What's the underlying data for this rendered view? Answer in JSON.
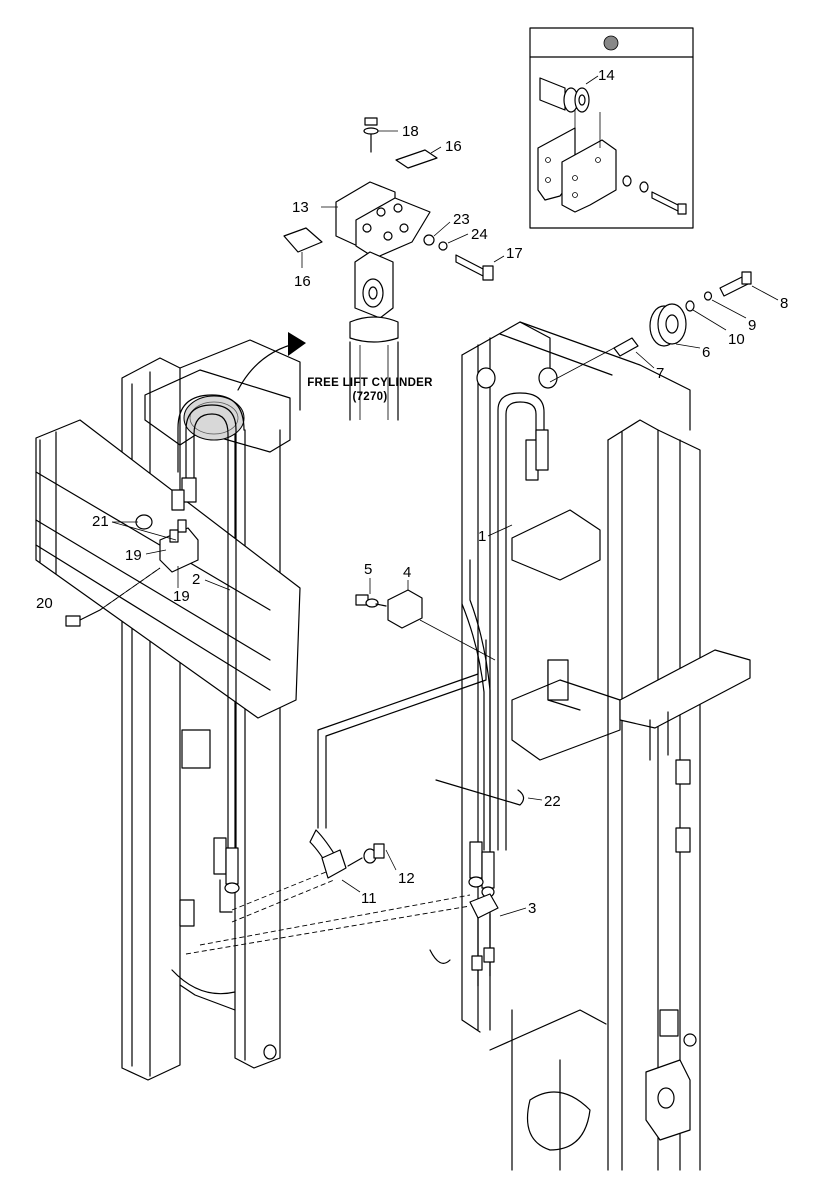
{
  "caption": {
    "line1": "FREE LIFT CYLINDER",
    "line2": "(7270)"
  },
  "callouts": {
    "c1": "1",
    "c2": "2",
    "c3": "3",
    "c4": "4",
    "c5": "5",
    "c6": "6",
    "c7": "7",
    "c8": "8",
    "c9": "9",
    "c10": "10",
    "c11": "11",
    "c12": "12",
    "c13": "13",
    "c14": "14",
    "c16a": "16",
    "c16b": "16",
    "c17": "17",
    "c18": "18",
    "c19a": "19",
    "c19b": "19",
    "c20": "20",
    "c21": "21",
    "c22": "22",
    "c23": "23",
    "c24": "24"
  }
}
